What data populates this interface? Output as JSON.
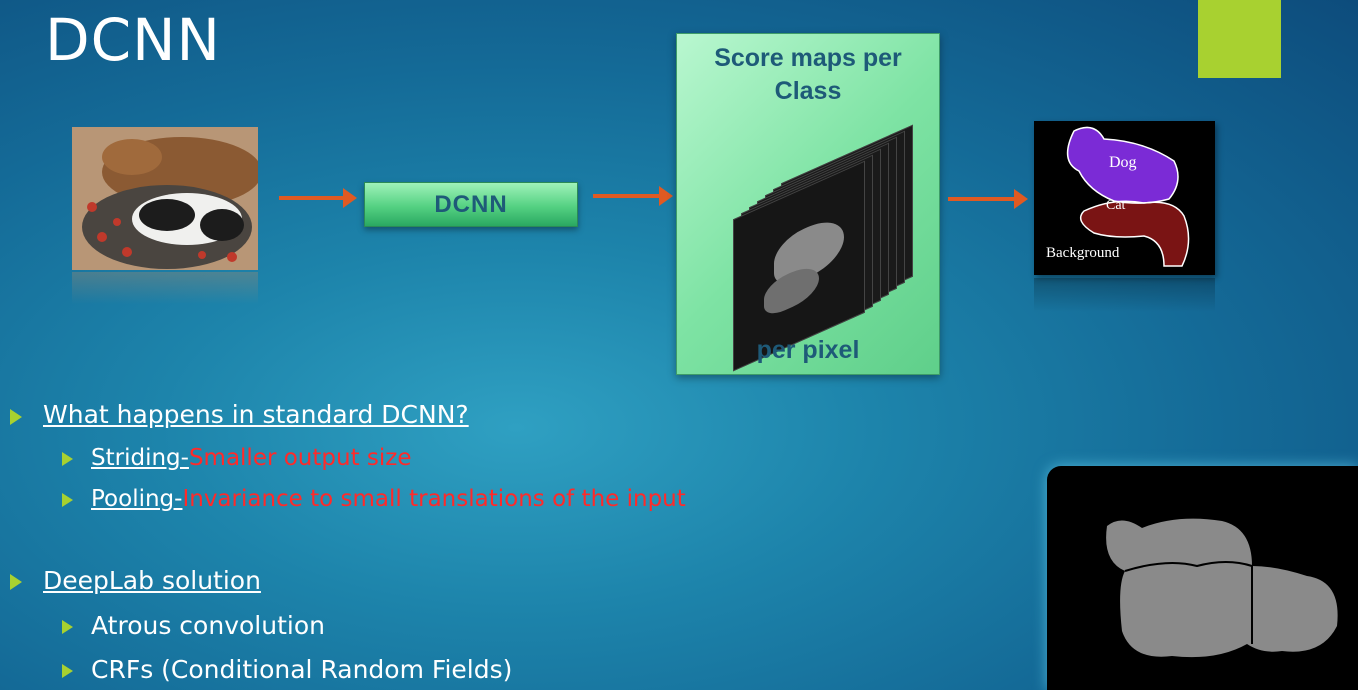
{
  "slide": {
    "title": "DCNN",
    "accent_color": "#a8d130"
  },
  "pipeline": {
    "dcnn_label": "DCNN",
    "score_title": "Score maps per\nClass",
    "score_footer": "per pixel",
    "segmentation_labels": {
      "dog": "Dog",
      "cat": "Cat",
      "background": "Background"
    }
  },
  "bullets": {
    "q1": "What happens in standard DCNN?",
    "striding_term": "Striding-",
    "striding_desc": "Smaller output size",
    "pooling_term": "Pooling-",
    "pooling_desc": "Invariance to small translations of the input",
    "q2": "DeepLab solution",
    "atrous": "Atrous convolution",
    "crf": "CRFs (Conditional Random Fields)"
  }
}
